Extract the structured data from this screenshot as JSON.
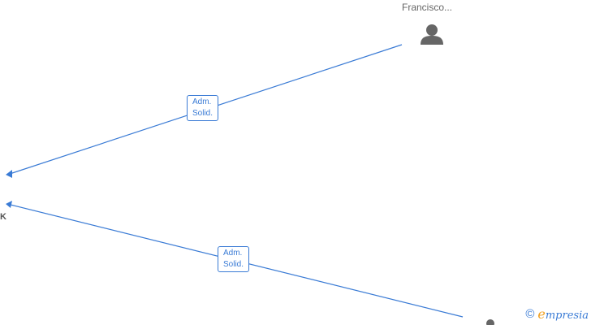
{
  "nodes": {
    "person_top": {
      "label": "Francisco..."
    },
    "company": {
      "label": "K"
    }
  },
  "edges": [
    {
      "role_line1": "Adm.",
      "role_line2": "Solid."
    },
    {
      "role_line1": "Adm.",
      "role_line2": "Solid."
    }
  ],
  "watermark": {
    "copyright": "©",
    "brand_initial": "e",
    "brand_rest": "mpresia"
  },
  "colors": {
    "edge": "#3a7bd5",
    "person_icon": "#666666",
    "text": "#666666"
  }
}
